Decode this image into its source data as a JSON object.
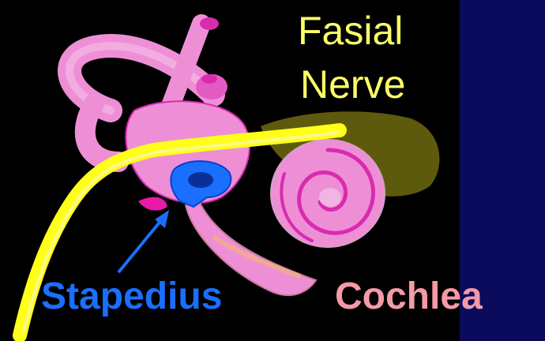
{
  "labels": {
    "title_line1": "Fasial",
    "title_line2": "Nerve",
    "stapedius": "Stapedius",
    "cochlea": "Cochlea"
  },
  "colors": {
    "background": "#000000",
    "side_band": "#0b0b5e",
    "title": "#ffff66",
    "stapedius": "#1a6fff",
    "cochlea": "#f49aa6",
    "nerve": "#ffff1a",
    "labyrinth": "#ee8fd6",
    "labyrinth_edge": "#d92bb0",
    "pointer": "#1a6fff"
  }
}
